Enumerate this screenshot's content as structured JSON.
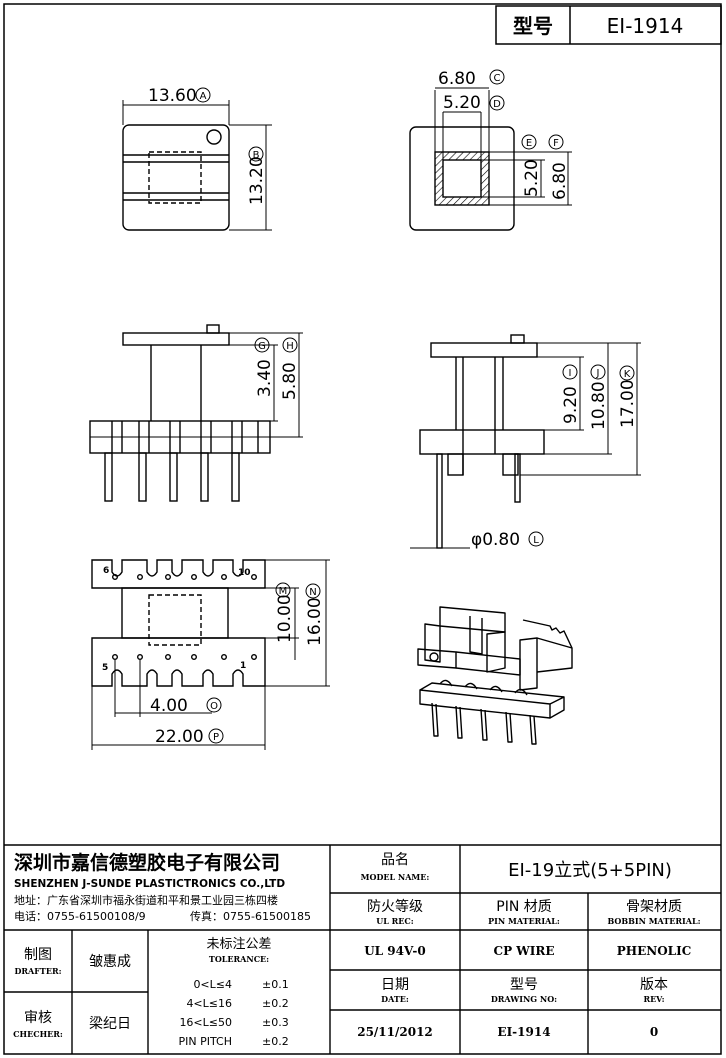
{
  "header": {
    "model_label": "型号",
    "model_value": "EI-1914"
  },
  "dimensions": {
    "top_width": "13.60",
    "top_width_tag": "A",
    "top_height": "13.20",
    "top_height_tag": "B",
    "core_outer": "6.80",
    "core_outer_tag": "C",
    "core_inner": "5.20",
    "core_inner_tag": "D",
    "tag_e": "E",
    "tag_f": "F",
    "core_inner_v": "5.20",
    "core_outer_v": "6.80",
    "side_h1": "3.40",
    "side_h1_tag": "G",
    "side_h2": "5.80",
    "side_h2_tag": "H",
    "front_h1": "9.20",
    "front_h1_tag": "I",
    "front_h2": "10.80",
    "front_h2_tag": "J",
    "front_h3": "17.00",
    "front_h3_tag": "K",
    "pin_dia": "φ0.80",
    "pin_dia_tag": "L",
    "bottom_h1": "10.00",
    "bottom_h1_tag": "M",
    "bottom_h2": "16.00",
    "bottom_h2_tag": "N",
    "pitch": "4.00",
    "pitch_tag": "O",
    "total_width": "22.00",
    "total_width_tag": "P"
  },
  "pin_labels": {
    "p6": "6",
    "p10": "10",
    "p5": "5",
    "p1": "1"
  },
  "title_block": {
    "company_cn": "深圳市嘉信德塑胶电子有限公司",
    "company_en": "SHENZHEN J-SUNDE PLASTICTRONICS CO.,LTD",
    "address": "地址：广东省深圳市福永街道和平和景工业园三栋四楼",
    "phone": "电话：0755-61500108/9",
    "fax": "传真：0755-61500185",
    "model_name_cn": "品名",
    "model_name_en": "MODEL NAME:",
    "model_name_value": "EI-19立式(5+5PIN)",
    "ul_cn": "防火等级",
    "ul_en": "UL REC:",
    "ul_value": "UL 94V-0",
    "pin_mat_cn": "PIN 材质",
    "pin_mat_en": "PIN MATERIAL:",
    "pin_mat_value": "CP WIRE",
    "bobbin_cn": "骨架材质",
    "bobbin_en": "BOBBIN MATERIAL:",
    "bobbin_value": "PHENOLIC",
    "drafter_cn": "制图",
    "drafter_en": "DRAFTER:",
    "drafter_name": "皱惠成",
    "checker_cn": "审核",
    "checker_en": "CHECHER:",
    "checker_name": "梁纪日",
    "tol_cn": "未标注公差",
    "tol_en": "TOLERANCE:",
    "tolerances": [
      {
        "range": "0<L≤4",
        "value": "±0.1"
      },
      {
        "range": "4<L≤16",
        "value": "±0.2"
      },
      {
        "range": "16<L≤50",
        "value": "±0.3"
      },
      {
        "range": "PIN PITCH",
        "value": "±0.2"
      }
    ],
    "date_cn": "日期",
    "date_en": "DATE:",
    "date_value": "25/11/2012",
    "drawing_cn": "型号",
    "drawing_en": "DRAWING NO:",
    "drawing_value": "EI-1914",
    "rev_cn": "版本",
    "rev_en": "REV:",
    "rev_value": "0"
  }
}
